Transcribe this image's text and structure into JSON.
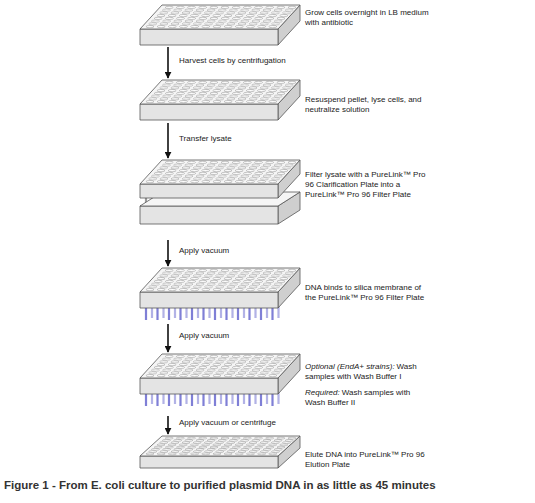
{
  "diagram": {
    "caption": "Figure 1 - From E. coli culture to purified plasmid DNA in as little as 45 minutes",
    "nodes": [
      {
        "text": [
          "Grow cells overnight in LB medium with antibiotic"
        ]
      },
      {
        "text": [
          "Resuspend pellet, lyse cells, and neutralize solution"
        ]
      },
      {
        "text": [
          "Filter lysate with a PureLink™ Pro 96 Clarification Plate into a PureLink™ Pro 96 Filter Plate"
        ]
      },
      {
        "text": [
          "DNA binds to silica membrane of the PureLink™ Pro 96 Filter Plate"
        ]
      },
      {
        "text": [
          "Optional (EndA+ strains):",
          "Wash samples with Wash Buffer I",
          "Required:",
          "Wash samples with Wash Buffer II"
        ]
      },
      {
        "text": [
          "Elute DNA into PureLink™ Pro 96 Elution Plate"
        ]
      }
    ],
    "edges": [
      {
        "from": 0,
        "to": 1,
        "label": "Harvest cells by centrifugation",
        "arrow": "to"
      },
      {
        "from": 1,
        "to": 2,
        "label": "Transfer lysate",
        "arrow": "to"
      },
      {
        "from": 2,
        "to": 3,
        "label": "Apply vacuum",
        "arrow": "to"
      },
      {
        "from": 3,
        "to": 4,
        "label": "Apply vacuum",
        "arrow": "to"
      },
      {
        "from": 4,
        "to": 5,
        "label": "Apply vacuum or centrifuge",
        "arrow": "to"
      }
    ]
  }
}
